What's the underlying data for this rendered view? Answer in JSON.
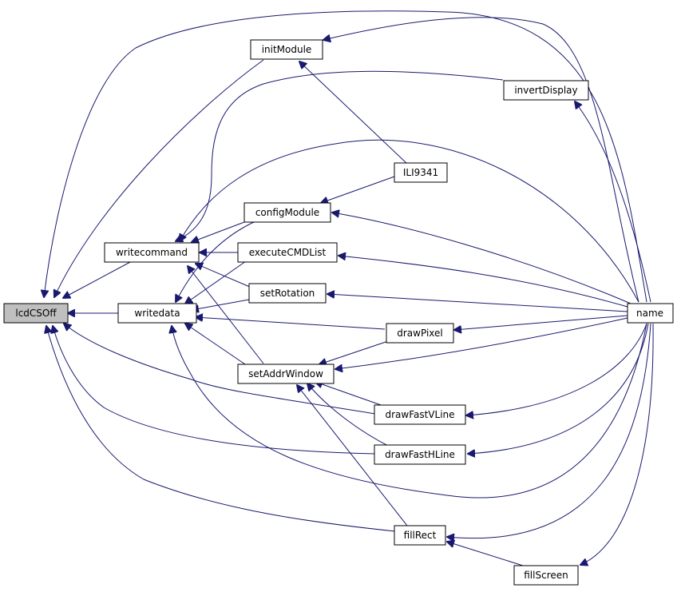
{
  "nodes": {
    "lcdcsoff": "lcdCSOff",
    "writecommand": "writecommand",
    "writedata": "writedata",
    "initmodule": "initModule",
    "configmodule": "configModule",
    "executecmdlist": "executeCMDList",
    "setrotation": "setRotation",
    "setaddrwindow": "setAddrWindow",
    "ili9341": "ILI9341",
    "invertdisplay": "invertDisplay",
    "drawpixel": "drawPixel",
    "drawfastvline": "drawFastVLine",
    "drawfasthline": "drawFastHLine",
    "fillrect": "fillRect",
    "fillscreen": "fillScreen",
    "name": "name"
  },
  "colors": {
    "edge": "#191970",
    "node_border": "#000000",
    "highlight_fill": "#bfbfbf"
  }
}
